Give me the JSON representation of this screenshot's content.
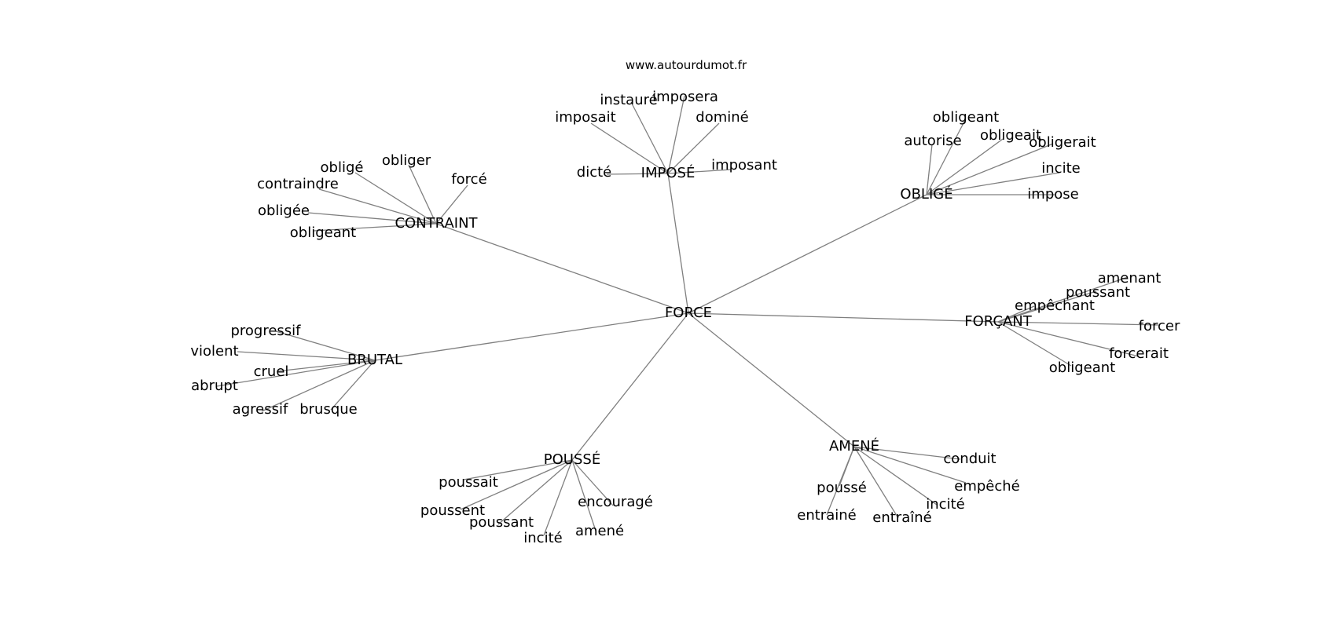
{
  "site": "www.autourdumot.fr",
  "center": "FORCE",
  "clusters": [
    {
      "hub": "IMPOSÉ",
      "words": [
        "instauré",
        "imposera",
        "imposait",
        "dominé",
        "dicté",
        "imposant"
      ]
    },
    {
      "hub": "OBLIGÉ",
      "words": [
        "obligeant",
        "autorise",
        "obligeait",
        "obligerait",
        "incite",
        "impose"
      ]
    },
    {
      "hub": "CONTRAINT",
      "words": [
        "obligé",
        "obliger",
        "forcé",
        "contraindre",
        "obligée",
        "obligeant"
      ]
    },
    {
      "hub": "FORÇANT",
      "words": [
        "amenant",
        "poussant",
        "empêchant",
        "forcer",
        "forcerait",
        "obligeant"
      ]
    },
    {
      "hub": "BRUTAL",
      "words": [
        "progressif",
        "violent",
        "cruel",
        "abrupt",
        "agressif",
        "brusque"
      ]
    },
    {
      "hub": "POUSSÉ",
      "words": [
        "poussait",
        "poussent",
        "poussant",
        "incité",
        "encouragé",
        "amené"
      ]
    },
    {
      "hub": "AMENÉ",
      "words": [
        "conduit",
        "empêché",
        "poussé",
        "entrainé",
        "incité",
        "entraîné"
      ]
    }
  ]
}
